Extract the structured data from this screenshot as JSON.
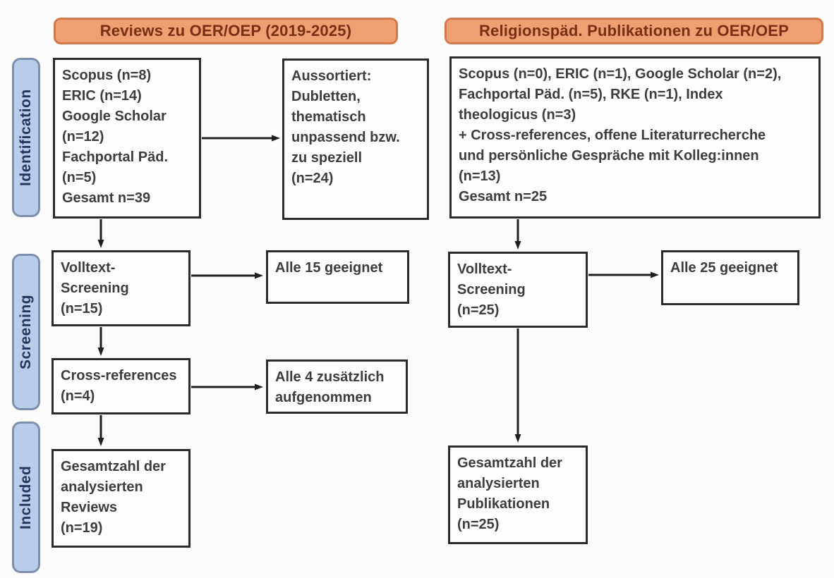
{
  "colors": {
    "header_bg": "#ef9f72",
    "header_border": "#d0794a",
    "header_text": "#7a2e14",
    "stage_bg": "#b9cce9",
    "stage_border": "#7e8fae",
    "stage_text": "#24365c",
    "box_border": "#2b2b2b",
    "box_text": "#3d3d3d",
    "arrow": "#1f1f1f"
  },
  "headers": {
    "left": "Reviews zu OER/OEP (2019-2025)",
    "right": "Religionspäd. Publikationen zu OER/OEP"
  },
  "stages": {
    "identification": "Identification",
    "screening": "Screening",
    "included": "Included"
  },
  "left_column": {
    "identification_sources": "Scopus (n=8)\nERIC (n=14)\nGoogle Scholar\n(n=12)\nFachportal Päd.\n(n=5)\nGesamt n=39",
    "excluded": "Aussortiert:\nDubletten,\nthematisch\nunpassend bzw.\nzu speziell\n(n=24)",
    "fulltext_screening": "Volltext-\nScreening\n(n=15)",
    "fulltext_result": "Alle 15 geeignet",
    "cross_references": "Cross-references\n(n=4)",
    "cross_references_result": "Alle 4 zusätzlich\naufgenommen",
    "included_total": "Gesamtzahl der\nanalysierten\nReviews\n(n=19)"
  },
  "right_column": {
    "identification_sources": "Scopus (n=0), ERIC (n=1), Google Scholar (n=2),\nFachportal Päd. (n=5), RKE (n=1), Index\ntheologicus (n=3)\n+ Cross-references, offene Literaturrecherche\nund persönliche Gespräche mit Kolleg:innen\n(n=13)\nGesamt n=25",
    "fulltext_screening": "Volltext-\nScreening\n(n=25)",
    "fulltext_result": "Alle 25 geeignet",
    "included_total": "Gesamtzahl der\nanalysierten\nPublikationen\n(n=25)"
  }
}
